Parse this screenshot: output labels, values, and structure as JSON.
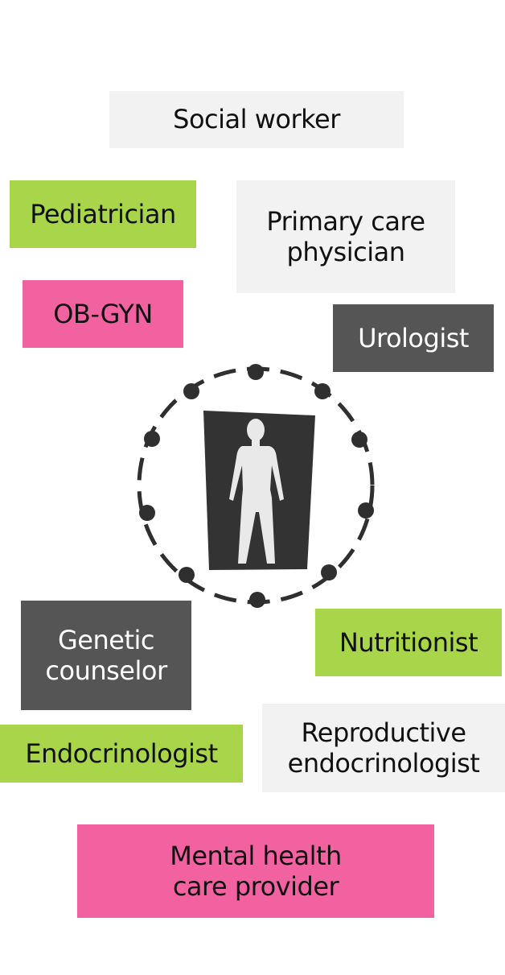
{
  "roles": {
    "social_worker": "Social worker",
    "pediatrician": "Pediatrician",
    "primary_care_physician": "Primary care\nphysician",
    "ob_gyn": "OB-GYN",
    "urologist": "Urologist",
    "genetic_counselor": "Genetic\ncounselor",
    "nutritionist": "Nutritionist",
    "endocrinologist": "Endocrinologist",
    "reproductive_endocrinologist": "Reproductive\nendocrinologist",
    "mental_health_care_provider": "Mental health\ncare provider"
  },
  "colors": {
    "gray": "#f2f2f2",
    "green": "#a8d54a",
    "pink": "#f262a0",
    "dark": "#555555",
    "ring": "#2f2f2f",
    "figure_bg": "#333333",
    "figure": "#e9e9e9"
  },
  "icons": {
    "center": "person-figure-icon",
    "ring": "dashed-ring-icon"
  }
}
